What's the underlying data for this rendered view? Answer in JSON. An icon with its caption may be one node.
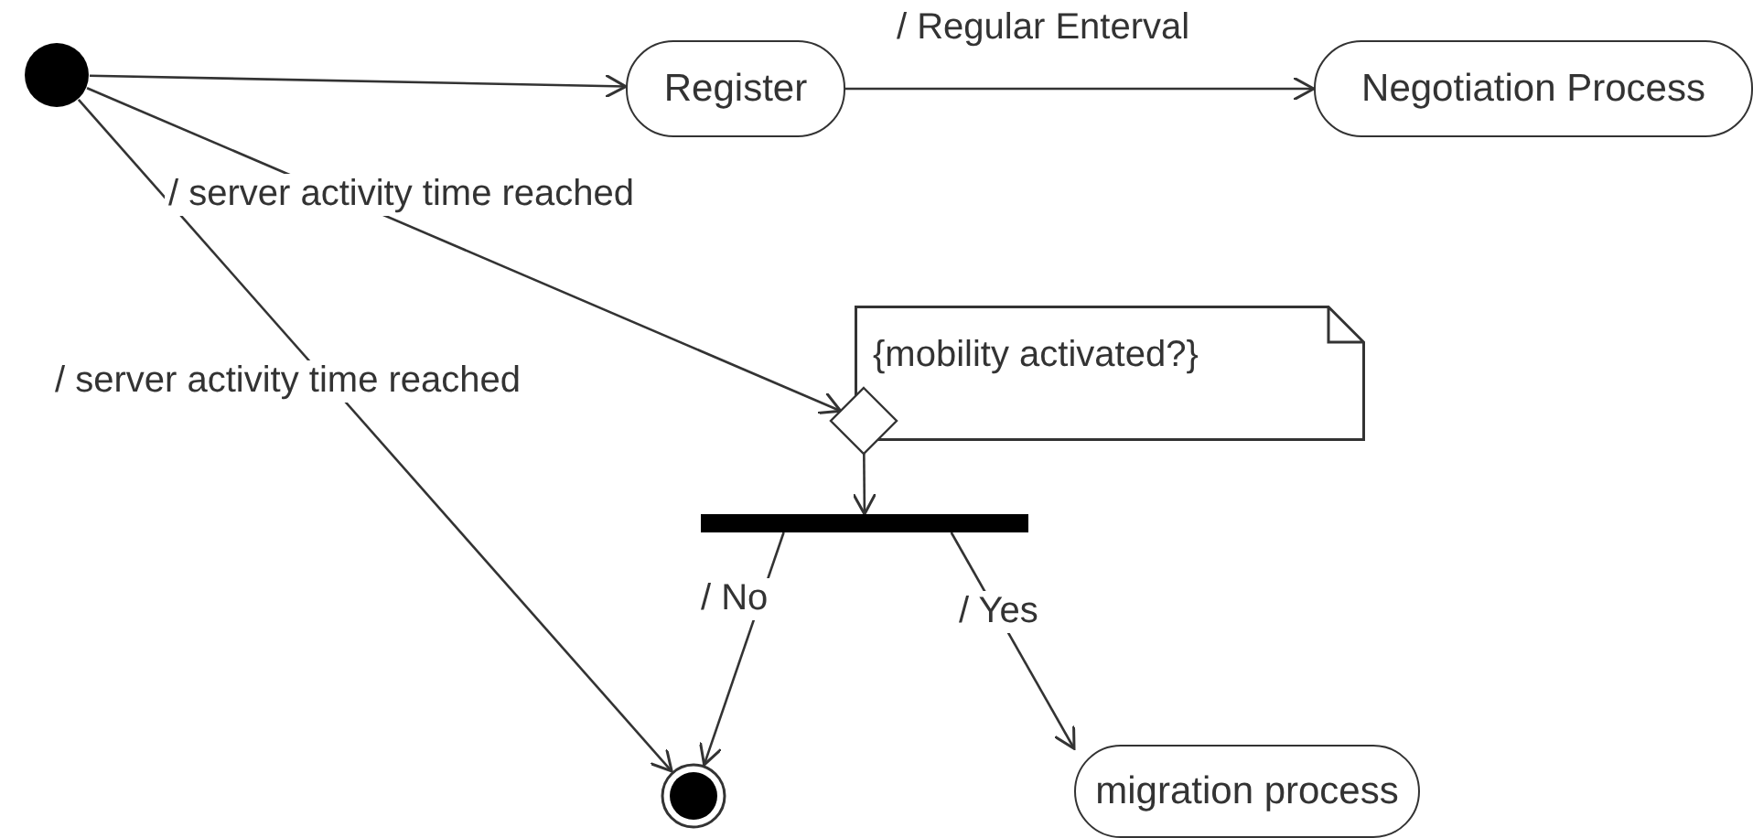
{
  "diagram": {
    "nodes": [
      {
        "text": [],
        "shape": "circle"
      },
      {
        "text": [
          "Register"
        ]
      },
      {
        "text": [
          "Negotiation Process"
        ]
      },
      {
        "text": [
          "{mobility activated?}"
        ]
      },
      {
        "text": [],
        "shape": "diamond"
      },
      {
        "text": [],
        "shape": "bar"
      },
      {
        "text": [],
        "shape": "bullseye"
      },
      {
        "text": [
          "migration process"
        ]
      }
    ],
    "edges": [
      {
        "from": 0,
        "to": 1,
        "arrow": "to"
      },
      {
        "from": 1,
        "to": 2,
        "arrow": "to",
        "label": "/ Regular Enterval"
      },
      {
        "from": 0,
        "to": 4,
        "arrow": "to",
        "label": "/ server activity time reached"
      },
      {
        "from": 0,
        "to": 6,
        "arrow": "to",
        "label": "/ server activity time reached"
      },
      {
        "from": 4,
        "to": 5,
        "arrow": "to"
      },
      {
        "from": 5,
        "to": 6,
        "arrow": "to",
        "label": "/ No"
      },
      {
        "from": 5,
        "to": 7,
        "arrow": "to",
        "label": "/ Yes"
      }
    ]
  }
}
